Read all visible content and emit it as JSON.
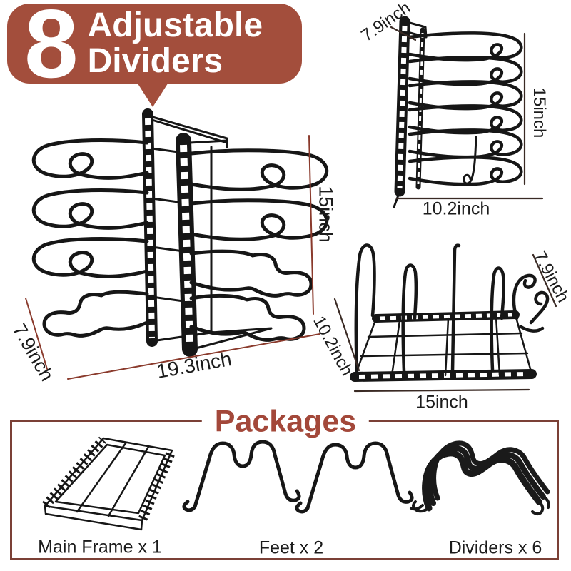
{
  "badge": {
    "count": "8",
    "title_line1": "Adjustable",
    "title_line2": "Dividers"
  },
  "dimensions": {
    "main_height": "15inch",
    "main_depth": "7.9inch",
    "main_width": "19.3inch",
    "upright_depth": "7.9inch",
    "upright_height": "15inch",
    "upright_width": "10.2inch",
    "flat_depth": "7.9inch",
    "flat_side": "10.2inch",
    "flat_width": "15inch"
  },
  "packages": {
    "title": "Packages",
    "items": [
      {
        "label": "Main Frame x 1"
      },
      {
        "label": "Feet x 2"
      },
      {
        "label": "Dividers x 6"
      }
    ]
  },
  "colors": {
    "badge_bg": "#a34e3c",
    "packages_title": "#a3483a",
    "box_border": "#7b4036",
    "dimension_line_red": "#8a3a2c",
    "dimension_line_black": "#2a2a2a",
    "wire_black": "#161616"
  }
}
